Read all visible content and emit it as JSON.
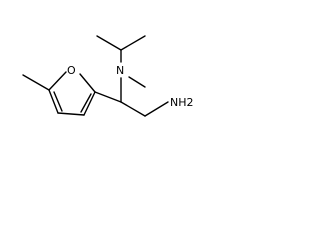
{
  "molecule": {
    "atoms": {
      "nitrogen": "N",
      "oxygen": "O",
      "amine": "NH2"
    }
  }
}
